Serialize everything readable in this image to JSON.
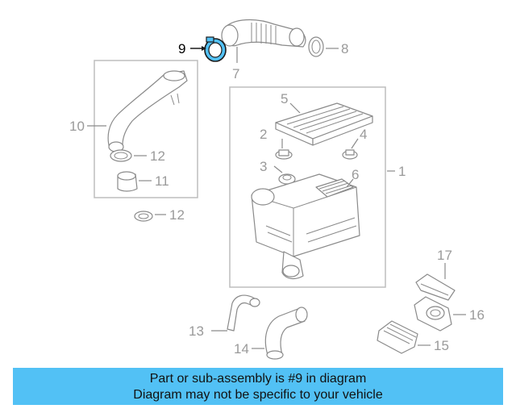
{
  "callouts": {
    "c1": "1",
    "c2": "2",
    "c3": "3",
    "c4": "4",
    "c5": "5",
    "c6": "6",
    "c7": "7",
    "c8": "8",
    "c9": "9",
    "c10": "10",
    "c11": "11",
    "c12a": "12",
    "c12b": "12",
    "c13": "13",
    "c14": "14",
    "c15": "15",
    "c16": "16",
    "c17": "17"
  },
  "banner": {
    "line1": "Part or sub-assembly is #9 in diagram",
    "line2": "Diagram may not be specific to your vehicle"
  },
  "colors": {
    "highlight": "#52c1f5",
    "banner_bg": "#52c1f5",
    "line": "#8a8a8a",
    "label": "#9a9a9a"
  }
}
